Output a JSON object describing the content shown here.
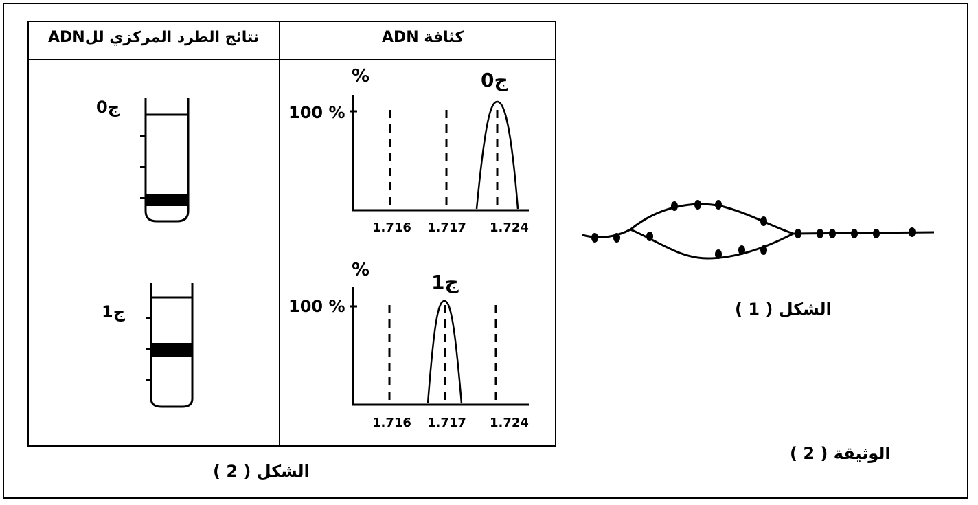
{
  "header": {
    "centrifuge_title": "نتائج الطرد المركزي للADN",
    "density_title": "كثافة  ADN"
  },
  "tubes": [
    {
      "label": "ج0",
      "band": "heavy"
    },
    {
      "label": "ج1",
      "band": "intermediate"
    }
  ],
  "graphs": [
    {
      "y_unit": "%",
      "y_tick": "100 %",
      "curve_label": "ج0",
      "x_ticks": [
        "1.716",
        "1.717",
        "1.724"
      ],
      "peak_at": "1.724"
    },
    {
      "y_unit": "%",
      "y_tick": "100 %",
      "curve_label": "ج1",
      "x_ticks": [
        "1.716",
        "1.717",
        "1.724"
      ],
      "peak_at": "1.717"
    }
  ],
  "captions": {
    "figure1": "الشكل ( 1 )",
    "figure2": "الشكل ( 2 )",
    "document": "الوثيقة ( 2 )"
  }
}
